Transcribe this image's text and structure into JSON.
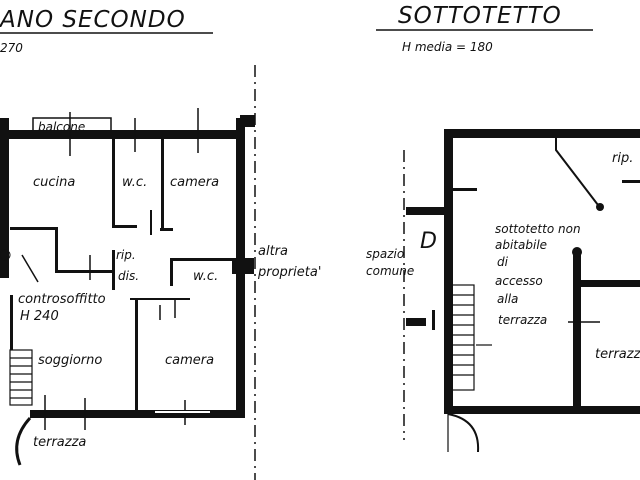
{
  "left_plan": {
    "title": "ANO SECONDO",
    "height_note": "270",
    "rooms": {
      "balcone": "balcone",
      "cucina": "cucina",
      "wc1": "w.c.",
      "camera1": "camera",
      "rip": "rip.",
      "dis": "dis.",
      "wc2": "w.c.",
      "controsoffitto": "controsoffitto",
      "controsoffitto_h": "H 240",
      "soggiorno": "soggiorno",
      "camera2": "camera",
      "terrazza": "terrazza"
    },
    "neighbor_line1": "altra",
    "neighbor_line2": "proprieta'"
  },
  "right_plan": {
    "title": "SOTTOTETTO",
    "height_note": "H media = 180",
    "rooms": {
      "rip": "rip.",
      "sottotetto_1": "sottotetto  non",
      "sottotetto_2": "abitabile",
      "sottotetto_3": "di",
      "sottotetto_4": "accesso",
      "sottotetto_5": "alla",
      "sottotetto_6": "terrazza",
      "terrazza": "terrazza"
    },
    "shared_line1": "spazio",
    "shared_line2": "comune",
    "marker": "D"
  }
}
